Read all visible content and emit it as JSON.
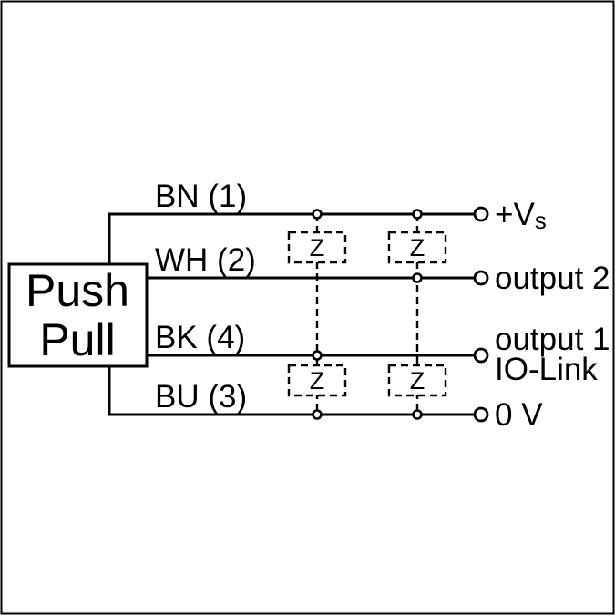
{
  "output_stage": {
    "label_line1": "Push",
    "label_line2": "Pull"
  },
  "wires": [
    {
      "label": "BN (1)"
    },
    {
      "label": "WH (2)"
    },
    {
      "label": "BK (4)"
    },
    {
      "label": "BU (3)"
    }
  ],
  "terminals": [
    {
      "label": "+V",
      "label_sub": "s"
    },
    {
      "label": "output 2"
    },
    {
      "label": "output 1",
      "label_line2": "IO-Link"
    },
    {
      "label": "0 V"
    }
  ],
  "suppressor": {
    "label": "Z"
  },
  "colors": {
    "ink": "#000000",
    "paper": "#ffffff"
  }
}
